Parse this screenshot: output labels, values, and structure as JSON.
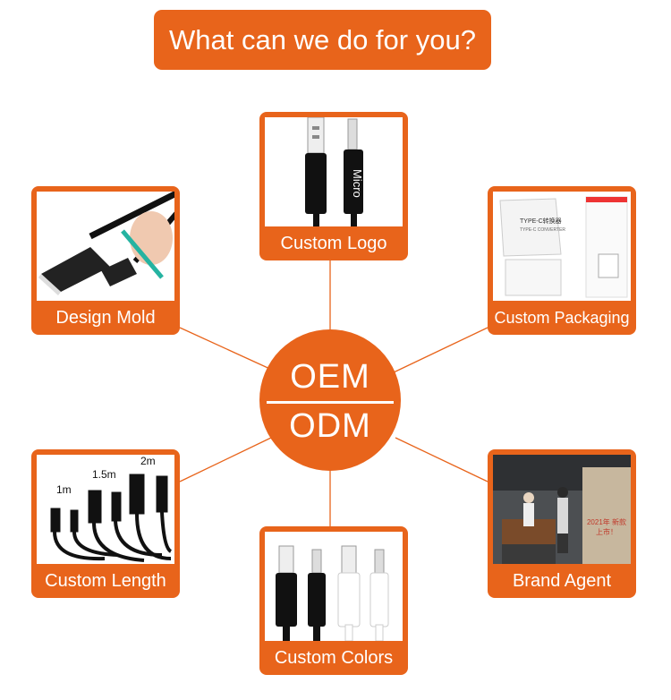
{
  "header": {
    "title": "What can we do for you?"
  },
  "center": {
    "line1": "OEM",
    "line2": "ODM"
  },
  "cards": {
    "custom_logo": {
      "label": "Custom Logo",
      "print_text": "Micro"
    },
    "design_mold": {
      "label": "Design Mold"
    },
    "custom_packaging": {
      "label": "Custom Packaging",
      "box_text": "TYPE-C转换器",
      "box_sub": "TYPE-C CONVERTER"
    },
    "custom_length": {
      "label": "Custom Length",
      "len1": "1m",
      "len2": "1.5m",
      "len3": "2m"
    },
    "brand_agent": {
      "label": "Brand Agent",
      "poster_text": "2021年 新款上市！"
    },
    "custom_colors": {
      "label": "Custom Colors"
    }
  },
  "colors": {
    "accent": "#e8641b",
    "cable_black": "#111111",
    "cable_white": "#ffffff"
  }
}
